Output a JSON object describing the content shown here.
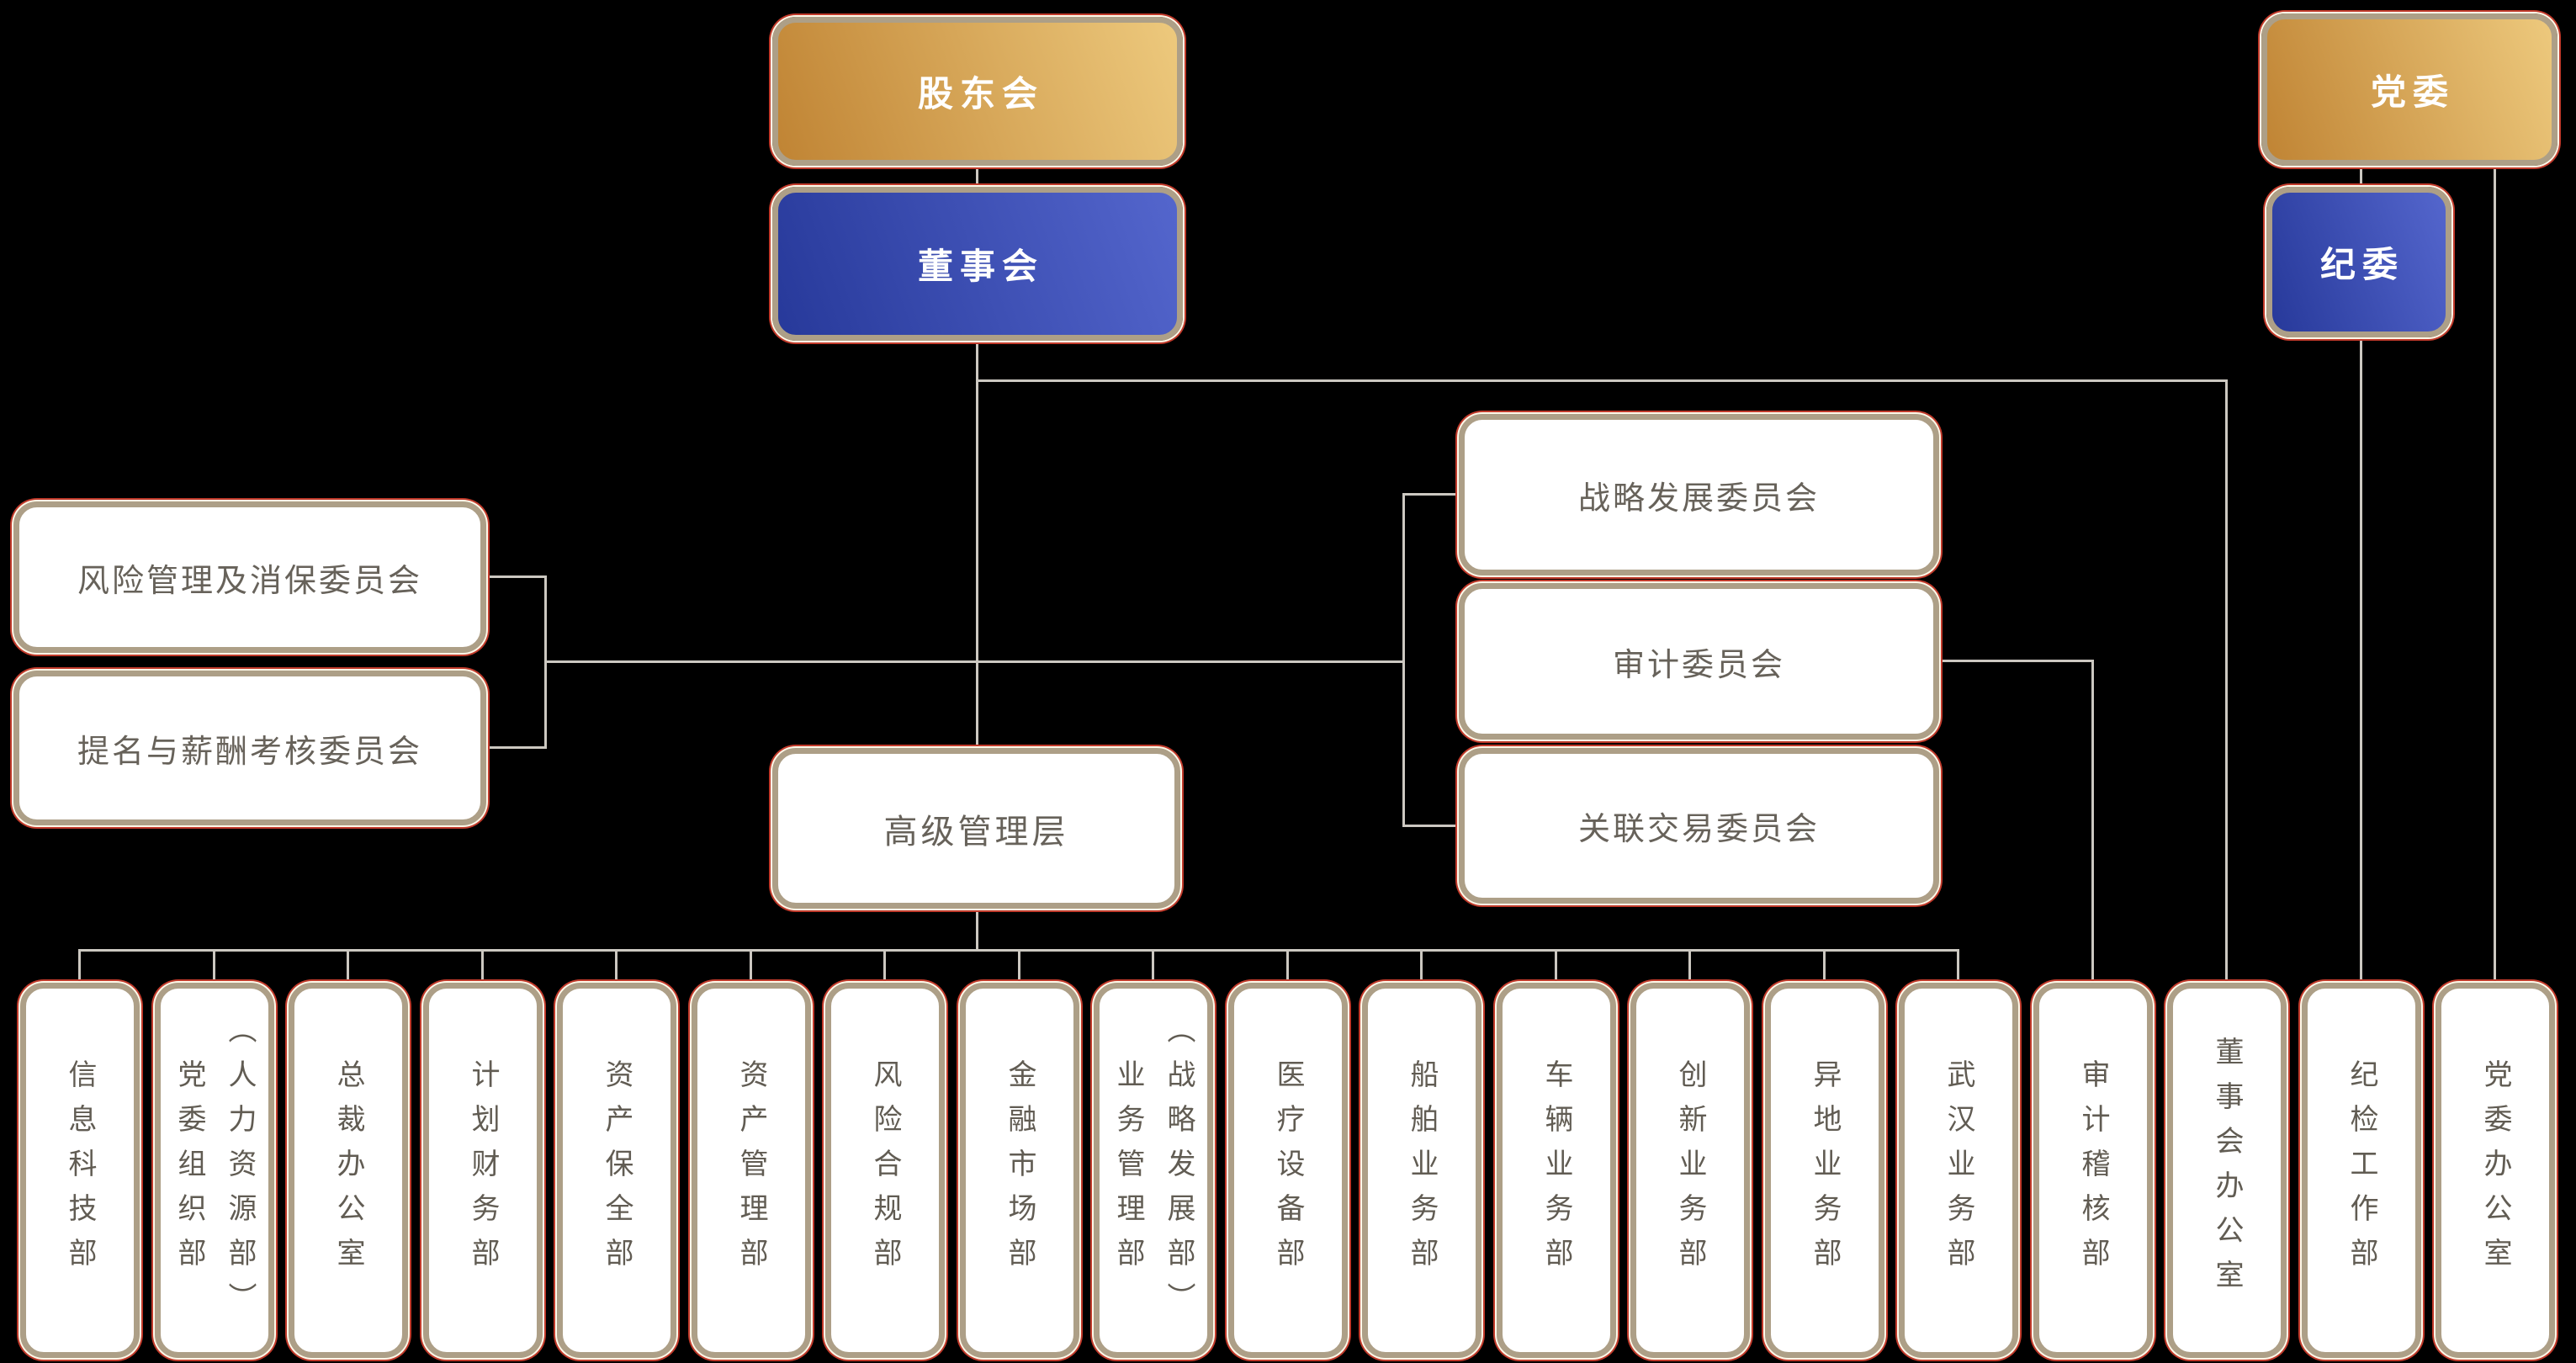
{
  "diagram": {
    "type": "org-chart",
    "background": "#000000",
    "colors": {
      "gold_gradient_from": "#c08434",
      "gold_gradient_to": "#edc97d",
      "blue_gradient_from": "#27399a",
      "blue_gradient_to": "#5466cd",
      "box_fill_white": "#ffffff",
      "frame_tan": "#ad9f87",
      "frame_cream_ring": "#fdf8e8",
      "frame_red_ring": "#c13a2b",
      "connector_gray": "#ccc8c1",
      "text_white": "#ffffff",
      "text_gray": "#67625a"
    }
  },
  "nodes": {
    "shareholders": {
      "label": "股东会"
    },
    "board": {
      "label": "董事会"
    },
    "party": {
      "label": "党委"
    },
    "discipline": {
      "label": "纪委"
    },
    "senior_mgmt": {
      "label": "高级管理层"
    },
    "left_committees": [
      {
        "label": "风险管理及消保委员会"
      },
      {
        "label": "提名与薪酬考核委员会"
      }
    ],
    "right_committees": [
      {
        "label": "战略发展委员会"
      },
      {
        "label": "审计委员会"
      },
      {
        "label": "关联交易委员会"
      }
    ],
    "departments": [
      {
        "label": "信息科技部",
        "sub": ""
      },
      {
        "label": "党委组织部",
        "sub": "（人力资源部）"
      },
      {
        "label": "总裁办公室",
        "sub": ""
      },
      {
        "label": "计划财务部",
        "sub": ""
      },
      {
        "label": "资产保全部",
        "sub": ""
      },
      {
        "label": "资产管理部",
        "sub": ""
      },
      {
        "label": "风险合规部",
        "sub": ""
      },
      {
        "label": "金融市场部",
        "sub": ""
      },
      {
        "label": "业务管理部",
        "sub": "（战略发展部）"
      },
      {
        "label": "医疗设备部",
        "sub": ""
      },
      {
        "label": "船舶业务部",
        "sub": ""
      },
      {
        "label": "车辆业务部",
        "sub": ""
      },
      {
        "label": "创新业务部",
        "sub": ""
      },
      {
        "label": "异地业务部",
        "sub": ""
      },
      {
        "label": "武汉业务部",
        "sub": ""
      },
      {
        "label": "审计稽核部",
        "sub": ""
      },
      {
        "label": "董事会办公室",
        "sub": ""
      },
      {
        "label": "纪检工作部",
        "sub": ""
      },
      {
        "label": "党委办公室",
        "sub": ""
      }
    ]
  }
}
